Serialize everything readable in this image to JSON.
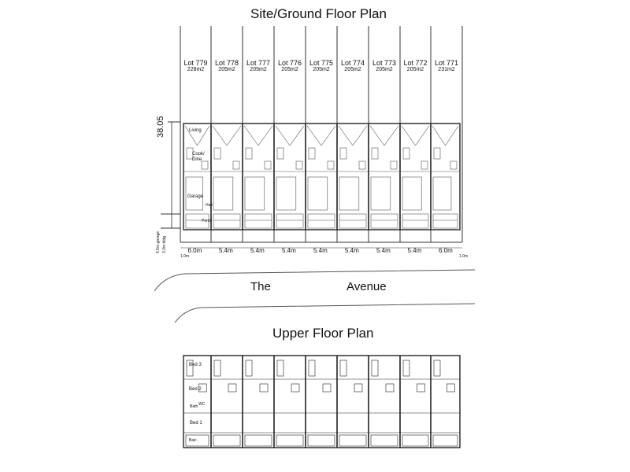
{
  "titles": {
    "site": "Site/Ground Floor Plan",
    "upper": "Upper Floor Plan"
  },
  "street": {
    "word1": "The",
    "word2": "Avenue"
  },
  "site_depth": "38.05",
  "lots": [
    {
      "name": "Lot 779",
      "area": "228m2",
      "width": "6.0m"
    },
    {
      "name": "Lot 778",
      "area": "205m2",
      "width": "5.4m"
    },
    {
      "name": "Lot 777",
      "area": "205m2",
      "width": "5.4m"
    },
    {
      "name": "Lot 776",
      "area": "205m2",
      "width": "5.4m"
    },
    {
      "name": "Lot 775",
      "area": "205m2",
      "width": "5.4m"
    },
    {
      "name": "Lot 774",
      "area": "205m2",
      "width": "5.4m"
    },
    {
      "name": "Lot 773",
      "area": "205m2",
      "width": "5.4m"
    },
    {
      "name": "Lot 772",
      "area": "205m2",
      "width": "5.4m"
    },
    {
      "name": "Lot 771",
      "area": "231m2",
      "width": "6.0m"
    }
  ],
  "setbacks": {
    "left": "1.0m",
    "right": "1.0m"
  },
  "front_setbacks": {
    "garage": "5.5m garage",
    "house": "3.0m bldg"
  },
  "ground_rooms": {
    "living": "Living",
    "cook": "Cook/",
    "dine": "Dine",
    "garage": "Garage",
    "hall": "Hall",
    "porch": "Porch"
  },
  "upper_rooms": {
    "bed3": "Bed 3",
    "bed2": "Bed 2",
    "bath": "Bath",
    "wc": "WC",
    "bed1": "Bed 1",
    "balc": "Balc."
  }
}
